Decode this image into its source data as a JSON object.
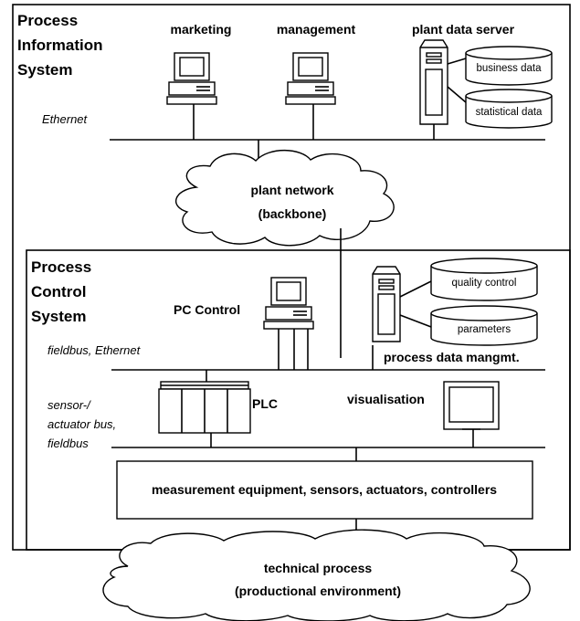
{
  "pis": {
    "title": [
      "Process",
      "Information",
      "System"
    ],
    "labels": {
      "marketing": "marketing",
      "management": "management",
      "server": "plant data server",
      "ethernet": "Ethernet"
    },
    "db": [
      "business data",
      "statistical data"
    ]
  },
  "network": [
    "plant network",
    "(backbone)"
  ],
  "pcs": {
    "title": [
      "Process",
      "Control",
      "System"
    ],
    "pc_control": "PC Control",
    "fieldbus": "fieldbus, Ethernet",
    "db": [
      "quality control",
      "parameters"
    ],
    "pdm": "process data mangmt.",
    "plc": "PLC",
    "visualisation": "visualisation",
    "bus": [
      "sensor-/",
      "actuator bus,",
      "fieldbus"
    ]
  },
  "equipment": "measurement equipment, sensors, actuators, controllers",
  "process": [
    "technical process",
    "(productional environment)"
  ]
}
